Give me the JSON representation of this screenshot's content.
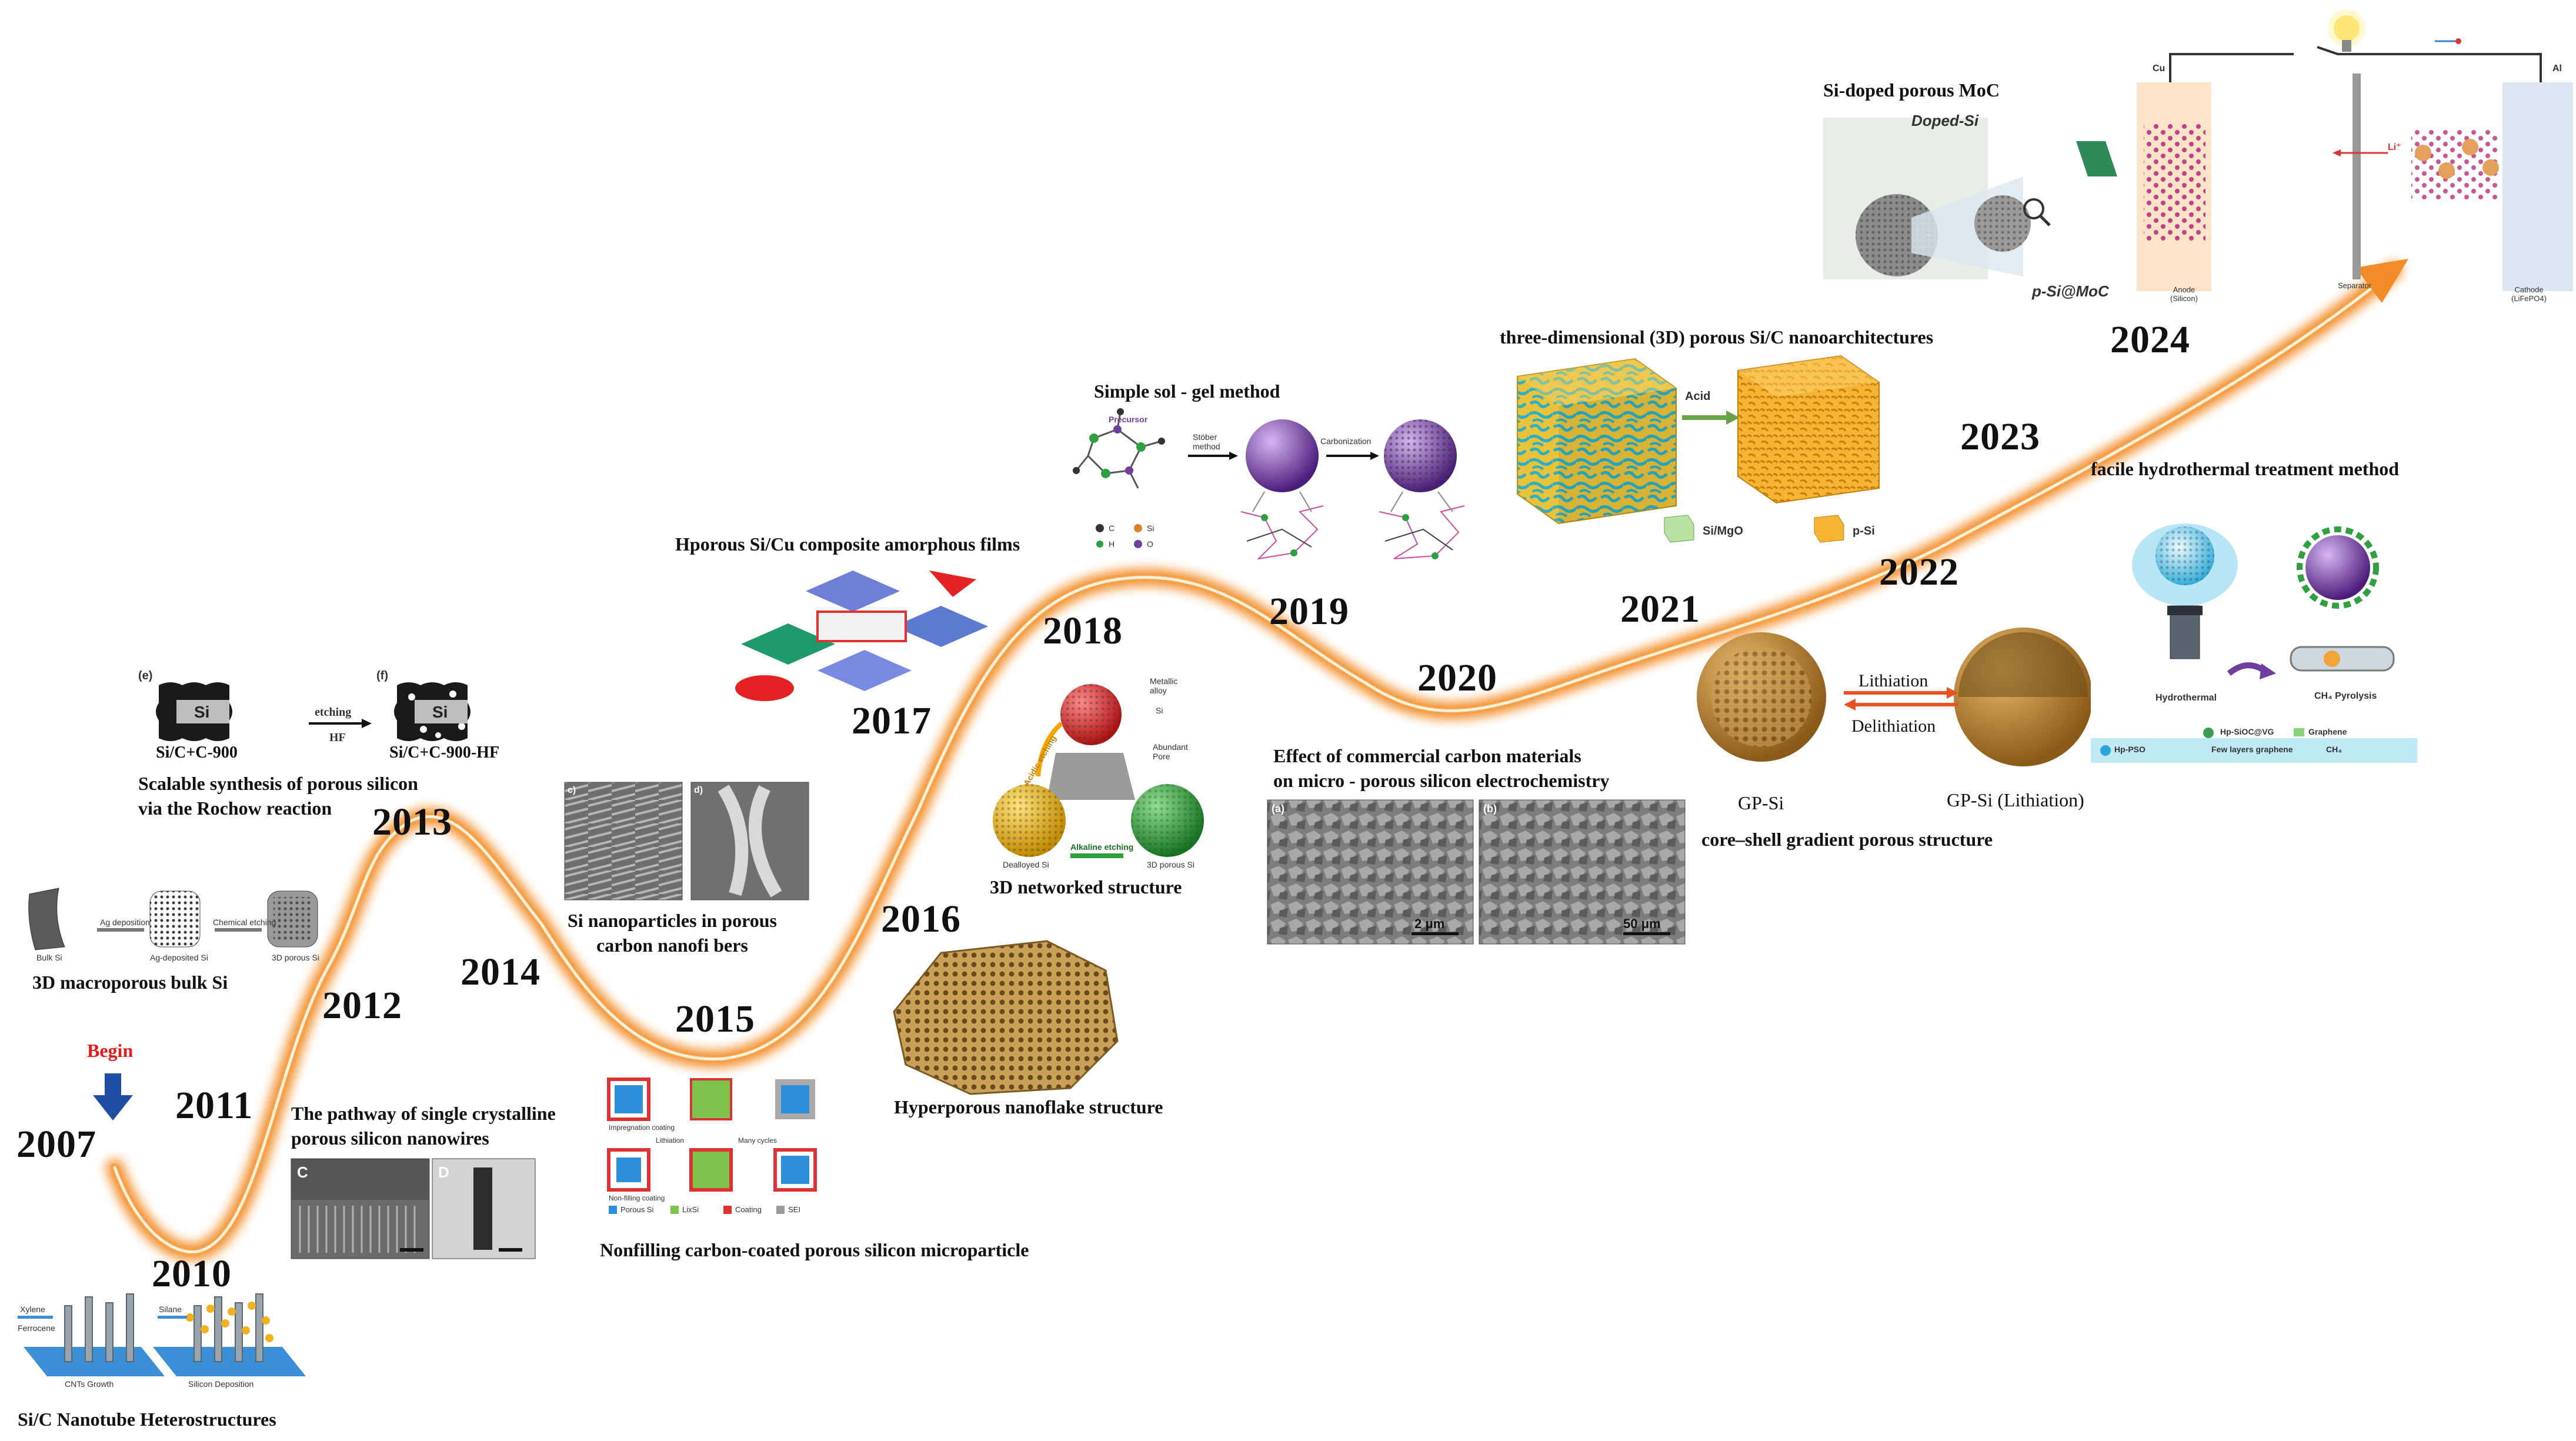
{
  "timeline": {
    "begin_label": "Begin",
    "years": [
      "2007",
      "2010",
      "2011",
      "2012",
      "2013",
      "2014",
      "2015",
      "2016",
      "2017",
      "2018",
      "2019",
      "2020",
      "2021",
      "2022",
      "2023",
      "2024"
    ]
  },
  "captions": {
    "c2010": "Si/C Nanotube Heterostructures",
    "c2011": "The pathway of single crystalline\nporous silicon nanowires",
    "c2012": "3D macroporous bulk Si",
    "c2013": "Scalable synthesis of porous silicon\nvia the Rochow reaction",
    "c2014": "Si nanoparticles in porous\ncarbon nanofi bers",
    "c2015": "Nonfilling carbon-coated porous silicon microparticle",
    "c2016": "Hyperporous nanoflake structure",
    "c2017": "Hporous Si/Cu composite amorphous films",
    "c2018": "3D networked structure",
    "c2019": "Simple sol - gel method",
    "c2020": "Effect of commercial carbon materials\non micro - porous silicon electrochemistry",
    "c2021": "three-dimensional (3D) porous Si/C nanoarchitectures",
    "c2022": "core–shell gradient porous structure",
    "c2023": "facile hydrothermal treatment method",
    "c2024": "Si-doped porous MoC"
  },
  "labels": {
    "xylene": "Xylene",
    "ferrocene": "Ferrocene",
    "silane": "Silane",
    "cnts_growth": "CNTs Growth",
    "si_deposition": "Silicon Deposition",
    "panel_c": "C",
    "panel_d": "D",
    "bulk_si": "Bulk Si",
    "ag_deposition": "Ag deposition",
    "ag_deposited": "Ag-deposited Si",
    "chem_etch": "Chemical etching",
    "porous_3d": "3D porous Si",
    "e": "(e)",
    "f": "(f)",
    "si": "Si",
    "etching": "etching",
    "hf": "HF",
    "sic900": "Si/C+C-900",
    "sic900hf": "Si/C+C-900-HF",
    "panel_c_small": "c)",
    "panel_d_small": "d)",
    "impregnation": "Impregnation coating",
    "lithiation": "Lithiation",
    "many_cycles": "Many cycles",
    "nonfilling": "Non-filling coating",
    "legend_porous": "Porous Si",
    "legend_lixsi": "LixSi",
    "legend_coating": "Coating",
    "legend_sei": "SEI",
    "metallic_alloy": "Metallic\nalloy",
    "abundant_pore": "Abundant\nPore",
    "dealloyed": "Dealloyed Si",
    "porous3d_si": "3D porous Si",
    "alkaline": "Alkaline etching",
    "acidic": "Acidic etching",
    "precursor": "Precursor",
    "stober": "Stöber\nmethod",
    "carbonization": "Carbonization",
    "leg_c": "C",
    "leg_si": "Si",
    "leg_h": "H",
    "leg_o": "O",
    "scale_2um": "2 μm",
    "scale_50um": "50 μm",
    "sem_a": "(a)",
    "sem_b": "(b)",
    "acid": "Acid",
    "si_mgo": "Si/MgO",
    "p_si": "p-Si",
    "lithiation_arrow": "Lithiation",
    "delithiation_arrow": "Delithiation",
    "gp_si": "GP-Si",
    "gp_si_lith": "GP-Si (Lithiation)",
    "hydrothermal": "Hydrothermal",
    "ch4_pyrolysis": "CH₄ Pyrolysis",
    "hp_sioc": "Hp-SiOC@VG",
    "graphene": "Graphene",
    "hp_pso": "Hp-PSO",
    "few_layers": "Few layers graphene",
    "ch4": "CH₄",
    "doped_si": "Doped-Si",
    "p_si_moc": "p-Si@MoC",
    "cu": "Cu",
    "al": "Al",
    "anode": "Anode\n(Silicon)",
    "separator": "Separator",
    "cathode": "Cathode\n(LiFePO4)",
    "li_plus": "Li⁺"
  },
  "colors": {
    "path_core": "#ffe7c7",
    "path_glow": "#f28c28",
    "begin": "#e41a1c",
    "arrow_blue": "#1f4fa5",
    "sem_gray": "#8a8a8a",
    "purple": "#6f3fa0",
    "green": "#2f9a3b",
    "gold": "#d4a340"
  }
}
